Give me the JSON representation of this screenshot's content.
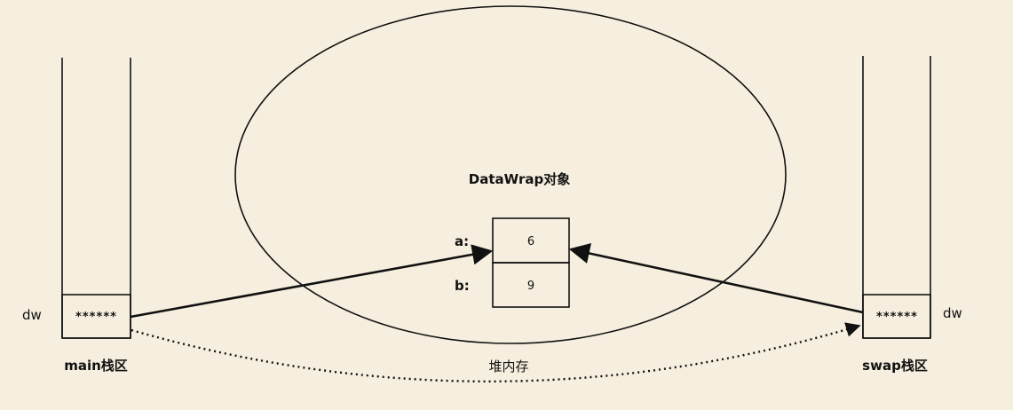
{
  "heap": {
    "object_label": "DataWrap对象",
    "region_label": "堆内存",
    "fields": [
      {
        "name": "a:",
        "value": "6"
      },
      {
        "name": "b:",
        "value": "9"
      }
    ]
  },
  "main_stack": {
    "label": "main栈区",
    "var_name": "dw",
    "var_value": "******"
  },
  "swap_stack": {
    "label": "swap栈区",
    "var_name": "dw",
    "var_value": "******"
  },
  "colors": {
    "background": "#f6efdf",
    "stroke": "#111111"
  }
}
